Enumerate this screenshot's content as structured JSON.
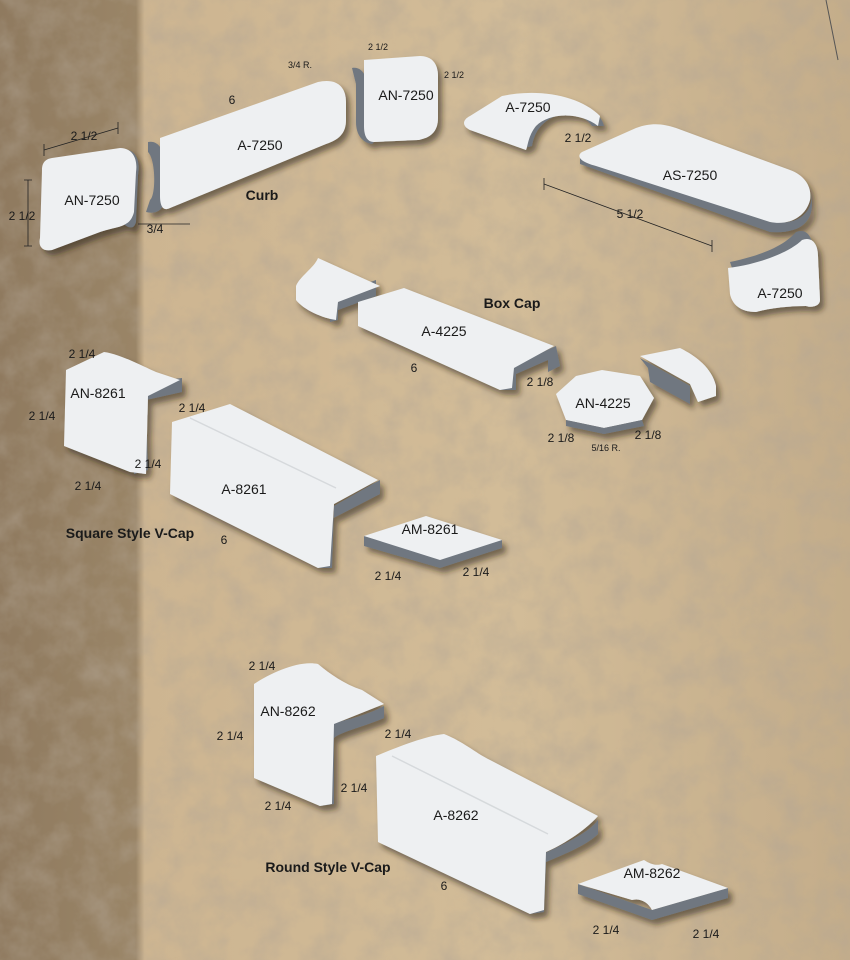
{
  "colors": {
    "piece_face": "#eef0f2",
    "piece_side": "#6f7780",
    "stone_base": "#c9b08c"
  },
  "groups": {
    "curb": {
      "title": "Curb",
      "pieces": {
        "an_left": "AN-7250",
        "a_main": "A-7250",
        "an_right": "AN-7250",
        "a_top": "A-7250",
        "as_main": "AS-7250",
        "a_bottom": "A-7250"
      },
      "dims": {
        "d1": "2 1/2",
        "d2": "2 1/2",
        "d3": "3/4",
        "d4": "6",
        "d5": "3/4 R.",
        "d6": "2 1/2",
        "d7": "2 1/2",
        "d8": "2 1/2",
        "d9": "5 1/2"
      }
    },
    "box_cap": {
      "title": "Box Cap",
      "pieces": {
        "a_main": "A-4225",
        "an": "AN-4225"
      },
      "dims": {
        "d1": "6",
        "d2": "2 1/8",
        "d3": "2 1/8",
        "d4": "2 1/8",
        "d5": "5/16 R."
      }
    },
    "square_vcap": {
      "title": "Square Style V-Cap",
      "pieces": {
        "an": "AN-8261",
        "a_main": "A-8261",
        "am": "AM-8261"
      },
      "dims": {
        "d1": "2 1/4",
        "d2": "2 1/4",
        "d3": "2 1/4",
        "d4": "2 1/4",
        "d5": "2 1/4",
        "d6": "6",
        "d7": "2 1/4",
        "d8": "2 1/4"
      }
    },
    "round_vcap": {
      "title": "Round Style V-Cap",
      "pieces": {
        "an": "AN-8262",
        "a_main": "A-8262",
        "am": "AM-8262"
      },
      "dims": {
        "d1": "2 1/4",
        "d2": "2 1/4",
        "d3": "2 1/4",
        "d4": "2 1/4",
        "d5": "2 1/4",
        "d6": "6",
        "d7": "2 1/4",
        "d8": "2 1/4"
      }
    }
  }
}
